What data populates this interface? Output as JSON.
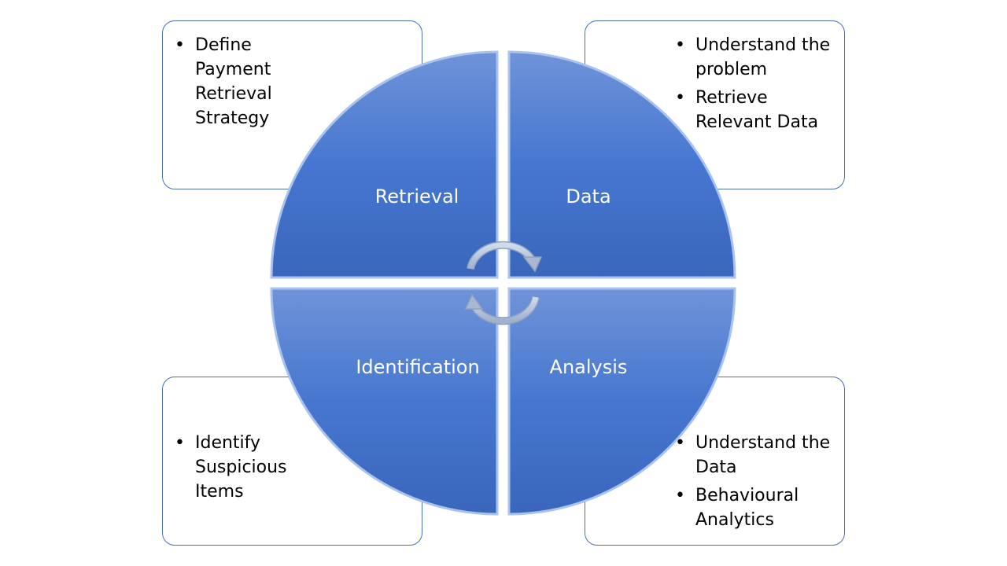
{
  "quadrants": {
    "top_left": "Retrieval",
    "top_right": "Data",
    "bottom_left": "Identification",
    "bottom_right": "Analysis"
  },
  "boxes": {
    "top_left": {
      "items": [
        "Define Payment Retrieval Strategy"
      ]
    },
    "top_right": {
      "items": [
        "Understand the problem",
        "Retrieve Relevant Data"
      ]
    },
    "bottom_left": {
      "items": [
        "Identify Suspicious Items"
      ]
    },
    "bottom_right": {
      "items": [
        "Understand the Data",
        "Behavioural Analytics"
      ]
    }
  },
  "colors": {
    "quadrant_fill": "#4472c4",
    "box_border": "#4a6fb5",
    "arrow": "#a9b8cf"
  }
}
